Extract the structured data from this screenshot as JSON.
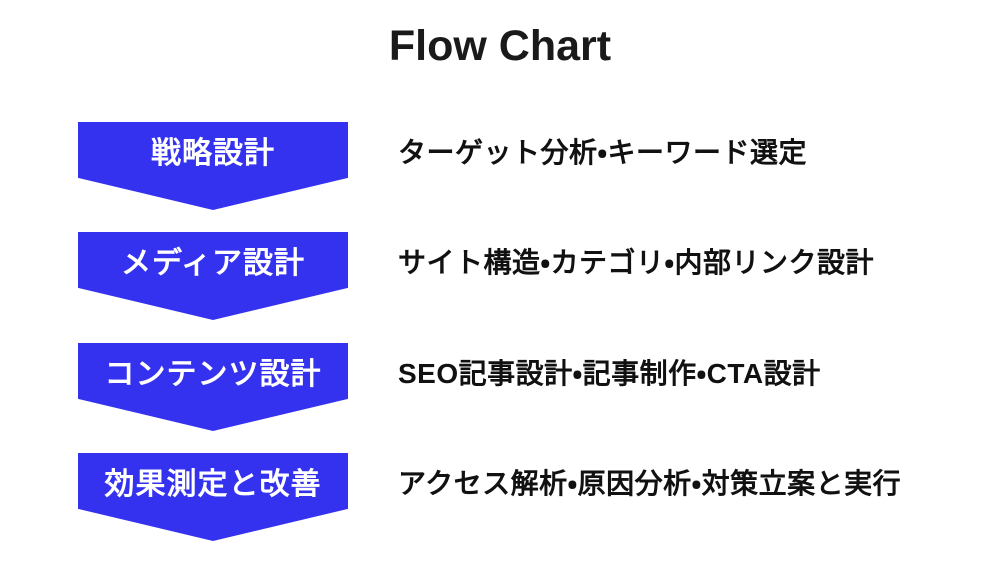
{
  "page": {
    "title": "Flow Chart"
  },
  "colors": {
    "accent": "#3432ef",
    "chevron_text": "#ffffff",
    "description_text": "#111111",
    "background": "#ffffff"
  },
  "steps": [
    {
      "label": "戦略設計",
      "description": "ターゲット分析・キーワード選定"
    },
    {
      "label": "メディア設計",
      "description": "サイト構造・カテゴリ・内部リンク設計"
    },
    {
      "label": "コンテンツ設計",
      "description": "SEO記事設計・記事制作・CTA設計"
    },
    {
      "label": "効果測定と改善",
      "description": "アクセス解析・原因分析・対策立案と実行"
    }
  ]
}
